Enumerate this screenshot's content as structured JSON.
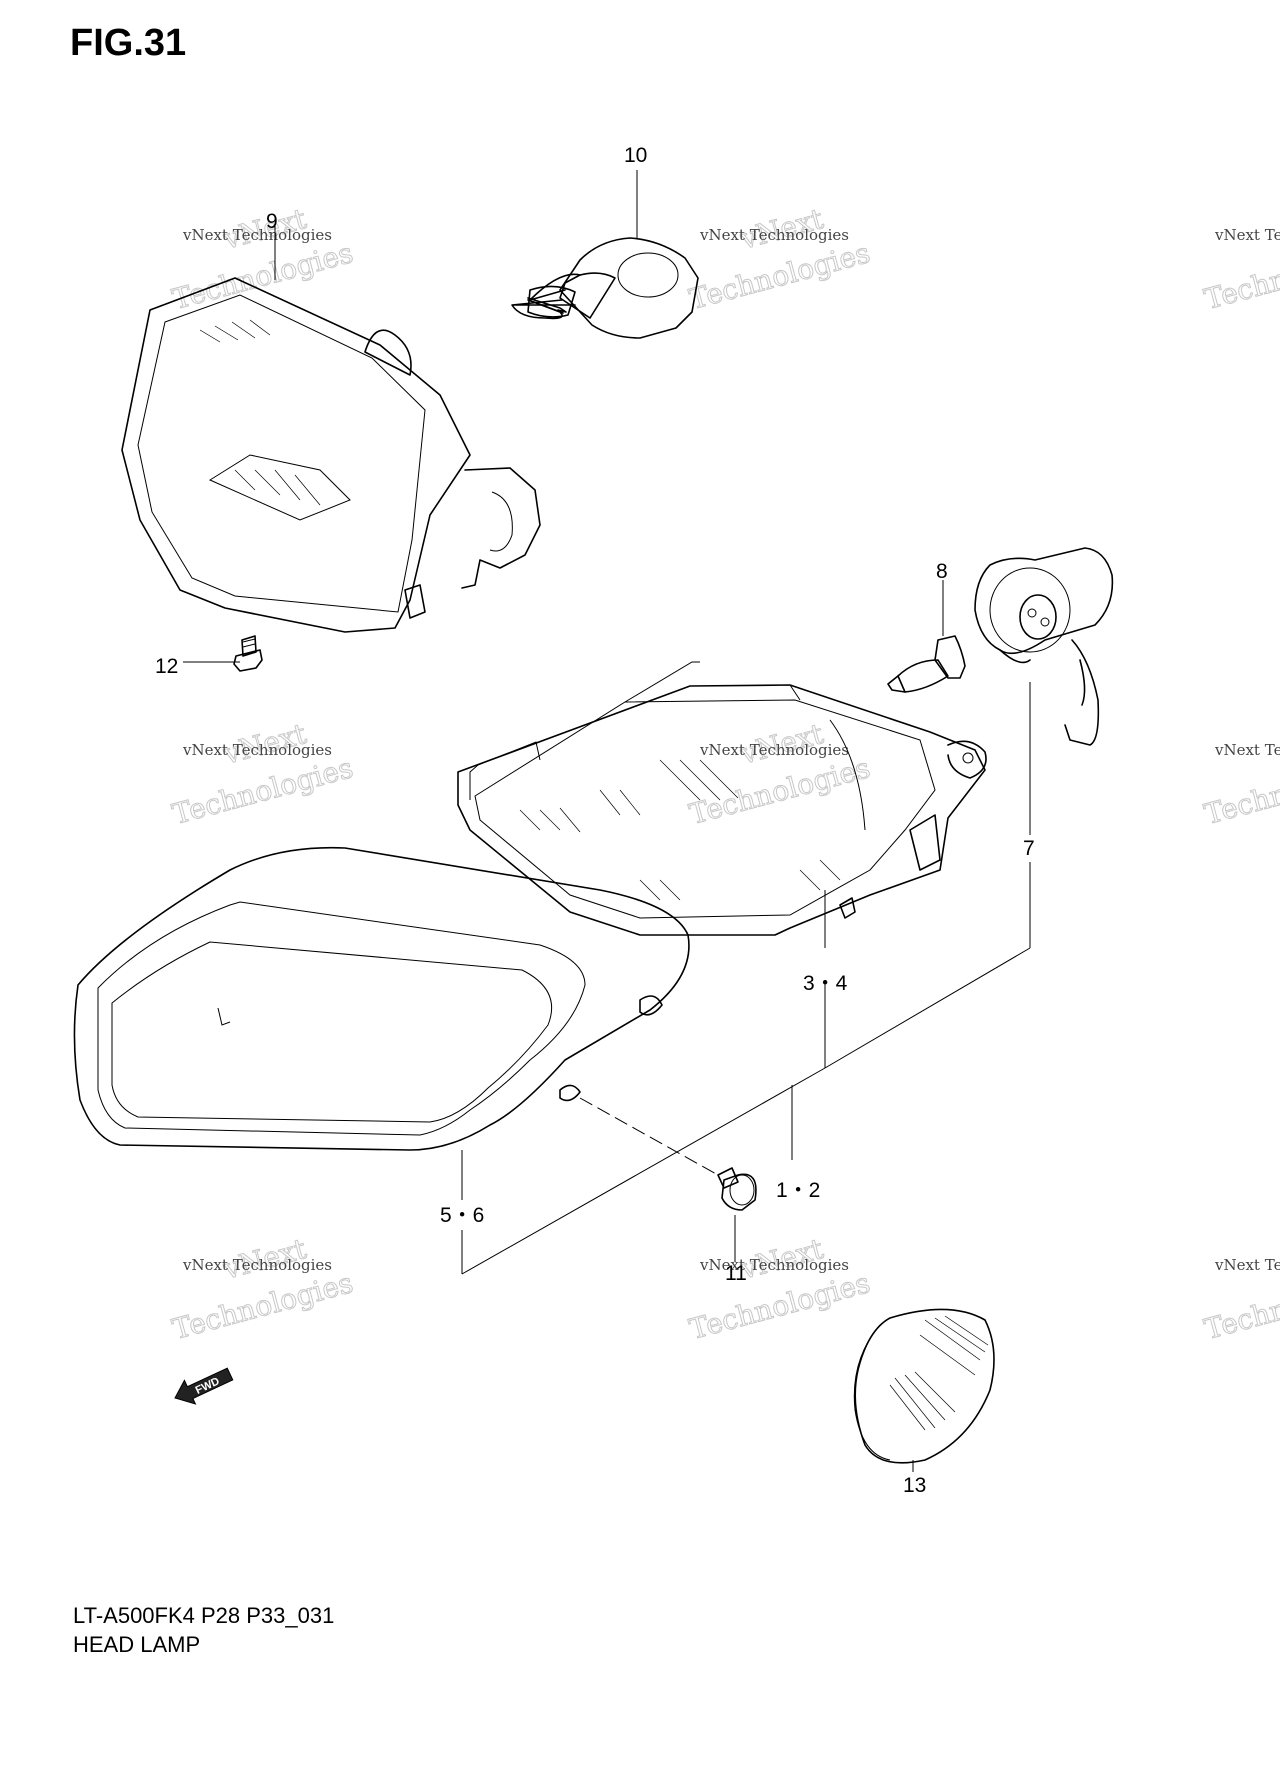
{
  "figure": {
    "title": "FIG.31",
    "model_code": "LT-A500FK4 P28 P33_031",
    "name": "HEAD LAMP"
  },
  "callouts": [
    {
      "id": "c9",
      "label": "9"
    },
    {
      "id": "c10",
      "label": "10"
    },
    {
      "id": "c12",
      "label": "12"
    },
    {
      "id": "c8",
      "label": "8"
    },
    {
      "id": "c7",
      "label": "7"
    },
    {
      "id": "c34",
      "label": "3・4"
    },
    {
      "id": "c12b",
      "label": "1・2"
    },
    {
      "id": "c56",
      "label": "5・6"
    },
    {
      "id": "c11",
      "label": "11"
    },
    {
      "id": "c13",
      "label": "13"
    }
  ],
  "direction_marker": {
    "label": "FWD",
    "icon": "fwd-arrow-icon"
  },
  "watermark": {
    "line1": "vNext Technologies",
    "line2": "Technologies",
    "line3": "vNext"
  }
}
